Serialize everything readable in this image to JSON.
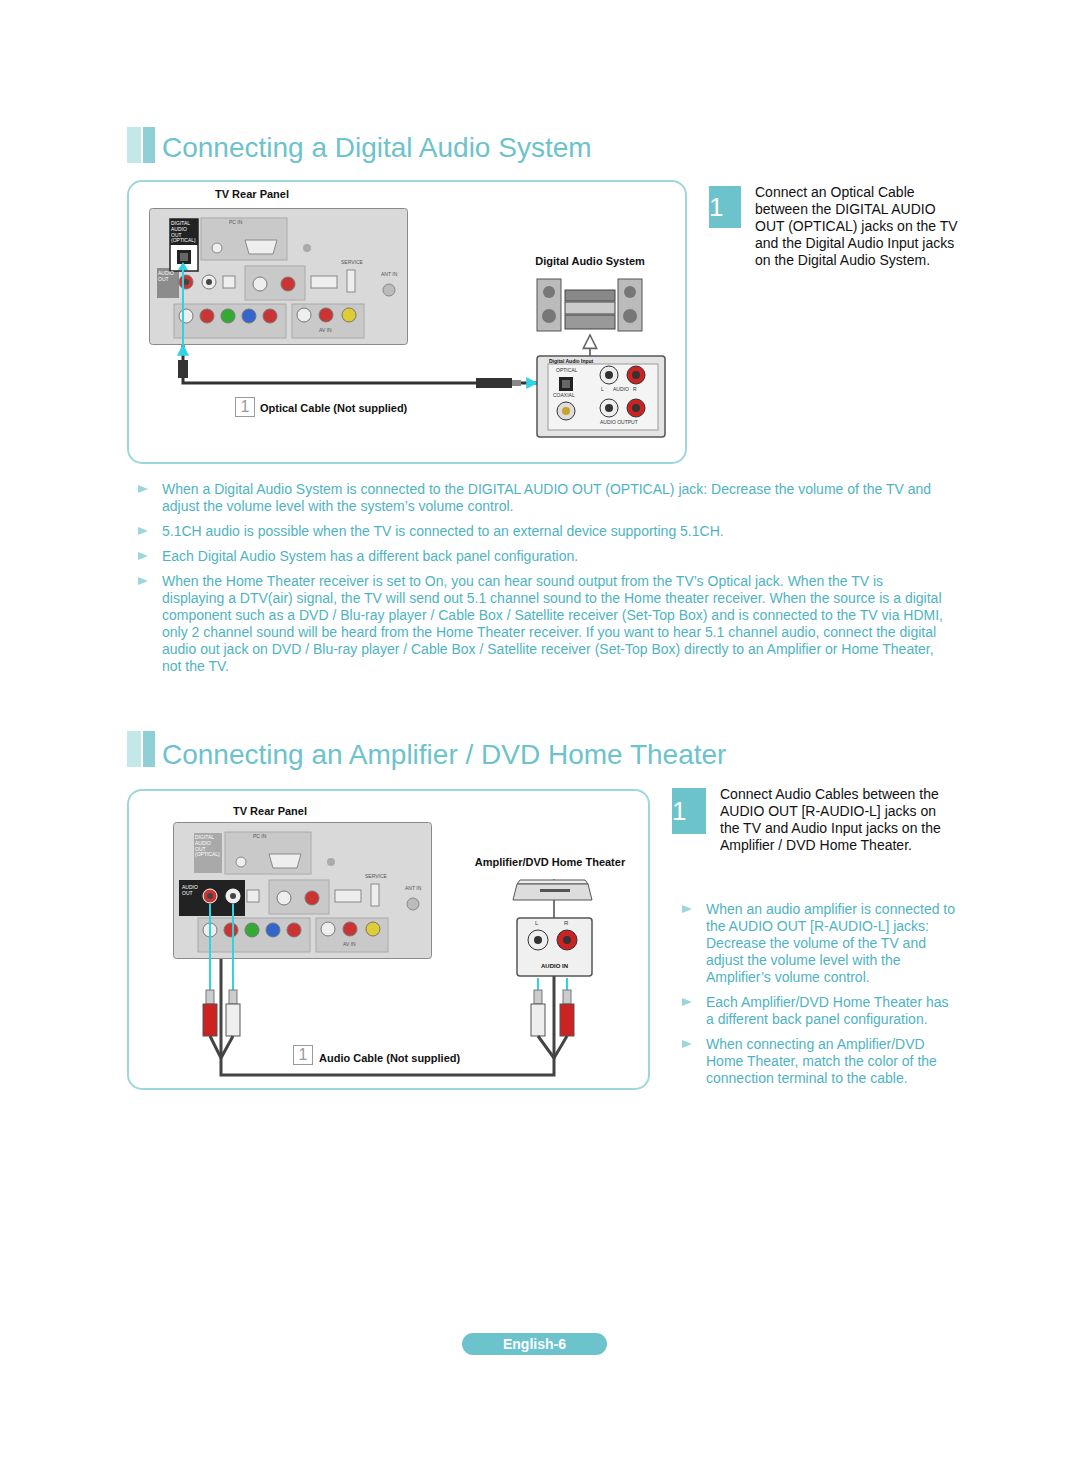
{
  "diagram": {
    "title": "Connecting a Digital Audio System",
    "nodes": [
      {
        "text": [
          "TV Rear Panel"
        ]
      },
      {
        "text": [
          "Digital Audio System"
        ]
      },
      {
        "text": [
          "Digital Audio Input"
        ]
      },
      {
        "text": [
          "1",
          "Connect an Optical Cable between the DIGITAL AUDIO OUT (OPTICAL) jacks on the TV and the Digital Audio Input jacks on the Digital Audio System."
        ]
      },
      {
        "text": [
          "TV Rear Panel"
        ]
      },
      {
        "text": [
          "Amplifier/DVD Home Theater"
        ]
      },
      {
        "text": [
          "AUDIO IN"
        ]
      },
      {
        "text": [
          "1",
          "Connect Audio Cables between the AUDIO OUT [R-AUDIO-L] jacks on the TV and Audio Input jacks on the Amplifier / DVD Home Theater."
        ]
      }
    ],
    "edges": [
      {
        "from": 0,
        "to": 2,
        "arrow": "both"
      },
      {
        "from": 2,
        "to": 1,
        "arrow": "to"
      },
      {
        "from": 4,
        "to": 6,
        "arrow": "none"
      },
      {
        "from": 6,
        "to": 5,
        "arrow": "to"
      }
    ],
    "labels": [
      "Connecting an Amplifier / DVD Home Theater",
      "1",
      "Optical Cable (Not supplied)",
      "OPTICAL",
      "COAXIAL",
      "L",
      "AUDIO",
      "R",
      "AUDIO OUTPUT",
      "When a Digital Audio System is connected to the DIGITAL AUDIO OUT (OPTICAL) jack: Decrease the volume of the TV and adjust the volume level with the system’s volume control.",
      "5.1CH audio is possible when the TV is connected to an external device supporting 5.1CH.",
      "Each Digital Audio System has a different back panel configuration.",
      "When the Home Theater receiver is set to On, you can hear sound output from the TV’s Optical jack. When the TV is displaying a DTV(air) signal, the TV will send out 5.1 channel sound to the Home theater receiver. When the source is a digital component such as a DVD / Blu-ray player / Cable Box / Satellite receiver (Set-Top Box) and is connected to the TV via HDMI, only 2 channel sound will be heard from the Home Theater receiver. If you want to hear 5.1 channel audio, connect the digital audio out jack on DVD / Blu-ray player / Cable Box / Satellite receiver (Set-Top Box) directly to an Amplifier or Home Theater, not the TV.",
      "DIGITAL AUDIO OUT (OPTICAL)",
      "PC IN",
      "SERVICE",
      "ANT IN",
      "AUDIO OUT",
      "AV IN",
      "1",
      "Audio Cable (Not supplied)",
      "L",
      "R",
      "When an audio amplifier is connected to the AUDIO OUT [R-AUDIO-L] jacks: Decrease the volume of the TV and adjust the volume level with the Amplifier’s volume control.",
      "Each Amplifier/DVD Home Theater has a different back panel configuration.",
      "When connecting an Amplifier/DVD Home Theater, match the color of the connection terminal to the cable.",
      "DIGITAL AUDIO OUT (OPTICAL)",
      "PC IN",
      "SERVICE",
      "ANT IN",
      "AUDIO OUT",
      "AV IN",
      "English-6"
    ]
  }
}
